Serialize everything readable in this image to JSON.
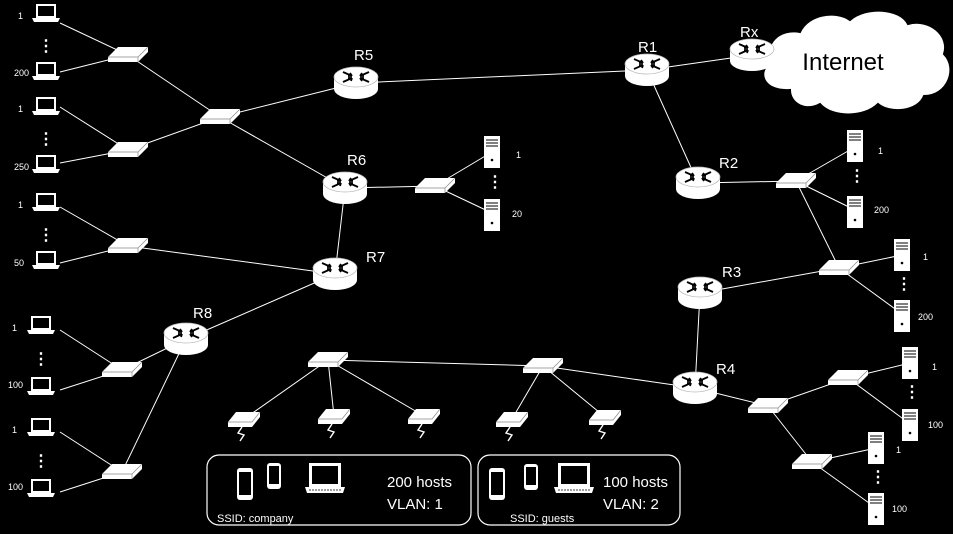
{
  "routers": {
    "r1": "R1",
    "rx": "Rx",
    "r2": "R2",
    "r3": "R3",
    "r4": "R4",
    "r5": "R5",
    "r6": "R6",
    "r7": "R7",
    "r8": "R8"
  },
  "internet_label": "Internet",
  "host_counts": {
    "g1_first": "1",
    "g1_last": "200",
    "g2_first": "1",
    "g2_last": "250",
    "g3_first": "1",
    "g3_last": "50",
    "g4_first": "1",
    "g4_last": "100",
    "g5_first": "1",
    "g5_last": "100"
  },
  "server_counts": {
    "s_r6_first": "1",
    "s_r6_last": "20",
    "s_r2_first": "1",
    "s_r2_last": "200",
    "s_r3_first": "1",
    "s_r3_last": "200",
    "s_r4a_first": "1",
    "s_r4a_last": "100",
    "s_r4b_first": "1",
    "s_r4b_last": "100"
  },
  "ellipsis": "⋮",
  "wlan": {
    "company": {
      "hosts": "200 hosts",
      "vlan": "VLAN: 1",
      "ssid": "SSID: company"
    },
    "guests": {
      "hosts": "100 hosts",
      "vlan": "VLAN: 2",
      "ssid": "SSID: guests"
    }
  }
}
